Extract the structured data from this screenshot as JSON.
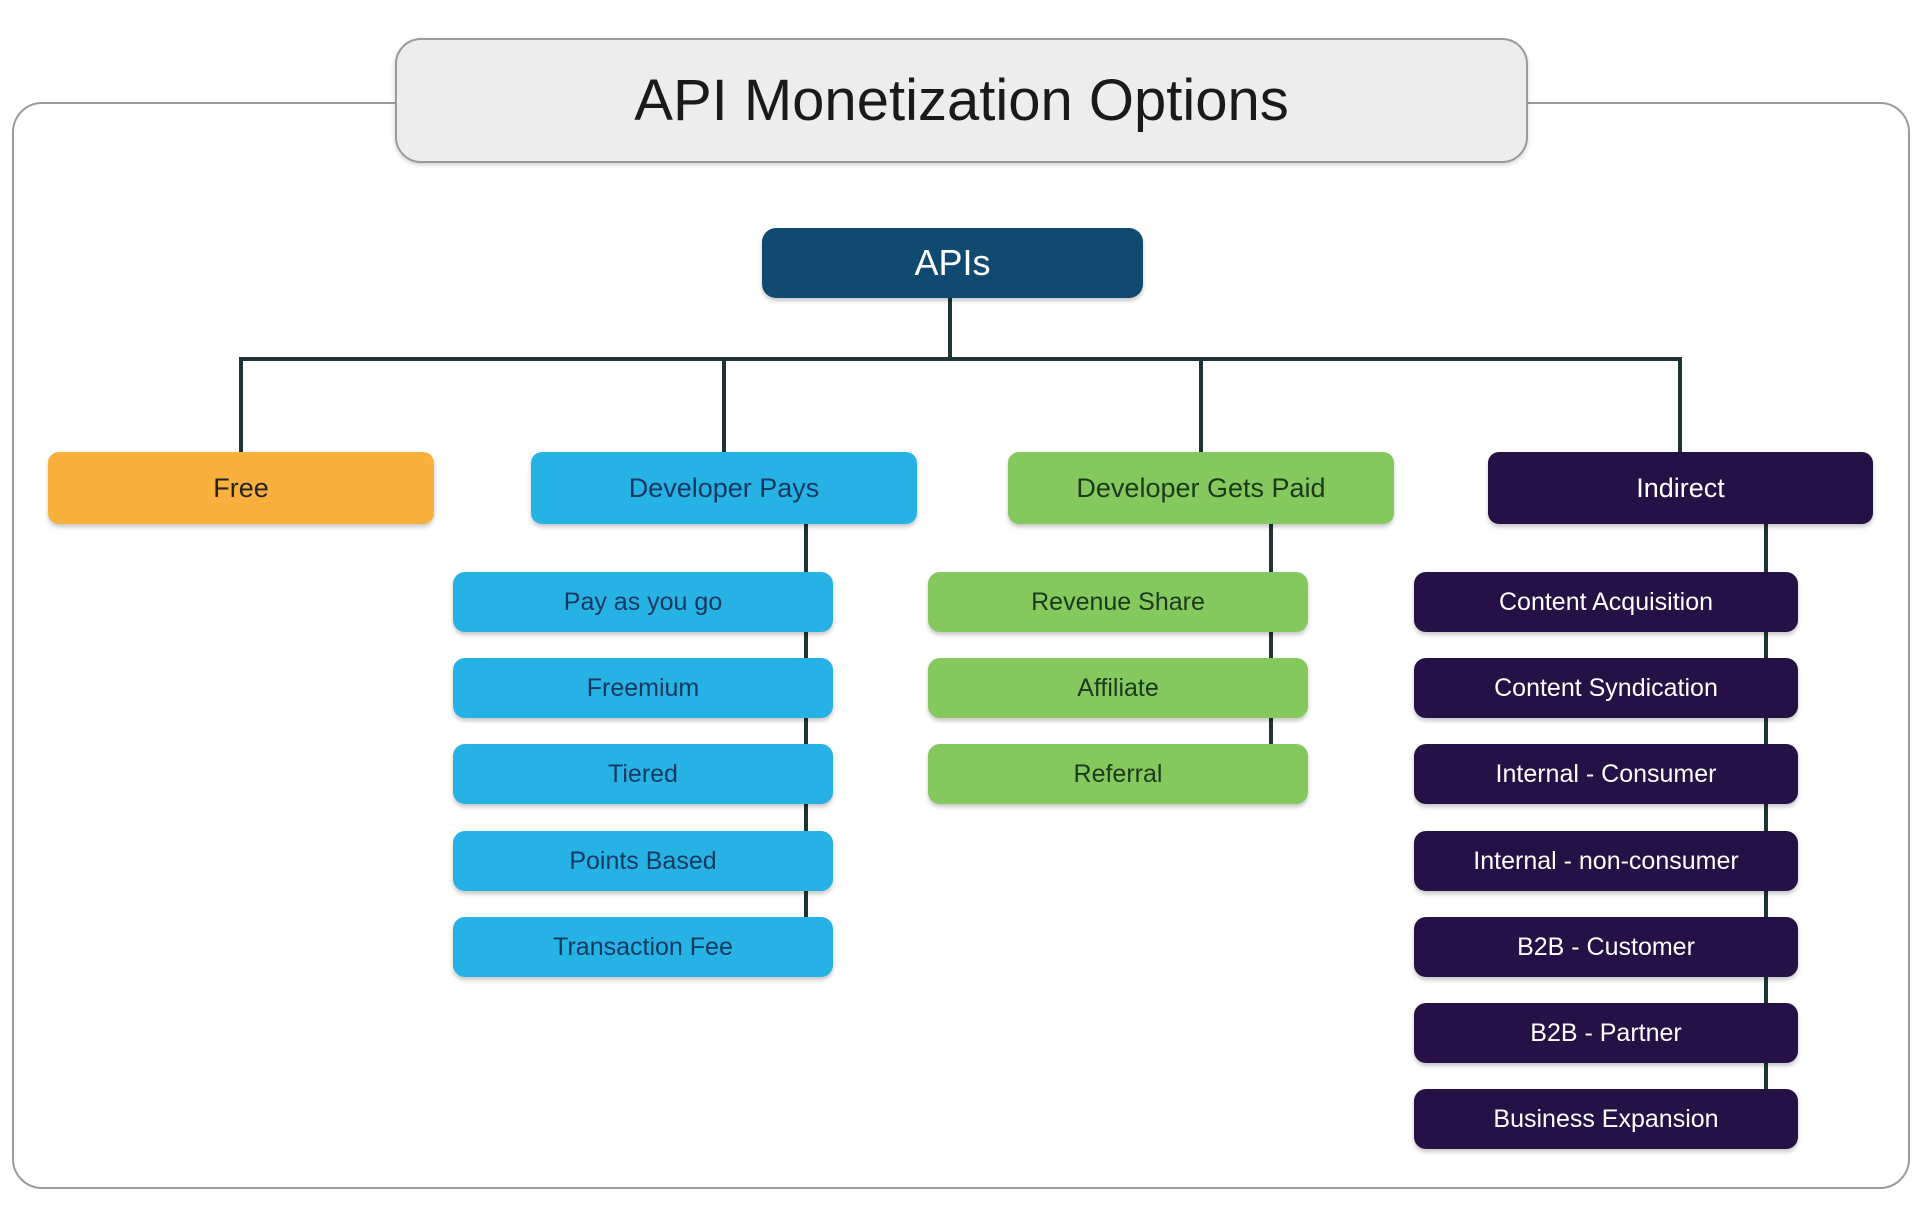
{
  "title": "API Monetization Options",
  "root": {
    "label": "APIs"
  },
  "branches": [
    {
      "id": "free",
      "label": "Free",
      "children": []
    },
    {
      "id": "developer-pays",
      "label": "Developer Pays",
      "children": [
        "Pay as you go",
        "Freemium",
        "Tiered",
        "Points Based",
        "Transaction Fee"
      ]
    },
    {
      "id": "developer-gets-paid",
      "label": "Developer Gets Paid",
      "children": [
        "Revenue Share",
        "Affiliate",
        "Referral"
      ]
    },
    {
      "id": "indirect",
      "label": "Indirect",
      "children": [
        "Content Acquisition",
        "Content Syndication",
        "Internal - Consumer",
        "Internal - non-consumer",
        "B2B - Customer",
        "B2B - Partner",
        "Business Expansion"
      ]
    }
  ],
  "colors": {
    "background": "#FFFFFF",
    "frame_border": "#9B9B9B",
    "title_fill": "#EDEDED",
    "title_border": "#9B9B9B",
    "title_text": "#1A1A1A",
    "root_fill": "#114A70",
    "root_text": "#FFFFFF",
    "free_fill": "#F9B03C",
    "free_text": "#242424",
    "cyan_fill": "#27B2E6",
    "cyan_text": "#14395E",
    "green_fill": "#85C85E",
    "green_text": "#1B3A1B",
    "purple_fill": "#251145",
    "purple_text": "#FFFFFF",
    "line": "#1E3434"
  }
}
